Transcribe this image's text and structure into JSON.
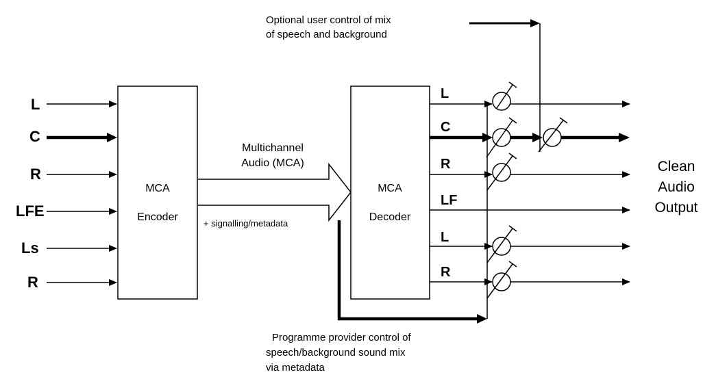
{
  "encoder": {
    "line1": "MCA",
    "line2": "Encoder"
  },
  "decoder": {
    "line1": "MCA",
    "line2": "Decoder"
  },
  "inputs": [
    "L",
    "C",
    "R",
    "LFE",
    "Ls",
    "R"
  ],
  "decoder_outputs": [
    "L",
    "C",
    "R",
    "LF",
    "L",
    "R"
  ],
  "mca_label": {
    "line1": "Multichannel",
    "line2": "Audio (MCA)"
  },
  "signalling_label": "+ signalling/metadata",
  "user_control_label": {
    "line1": "Optional user control of mix",
    "line2": "of speech and background"
  },
  "provider_control_label": {
    "line1": "Programme provider control of",
    "line2": "speech/background sound mix",
    "line3": "via metadata"
  },
  "output_label": {
    "line1": "Clean",
    "line2": "Audio",
    "line3": "Output"
  }
}
